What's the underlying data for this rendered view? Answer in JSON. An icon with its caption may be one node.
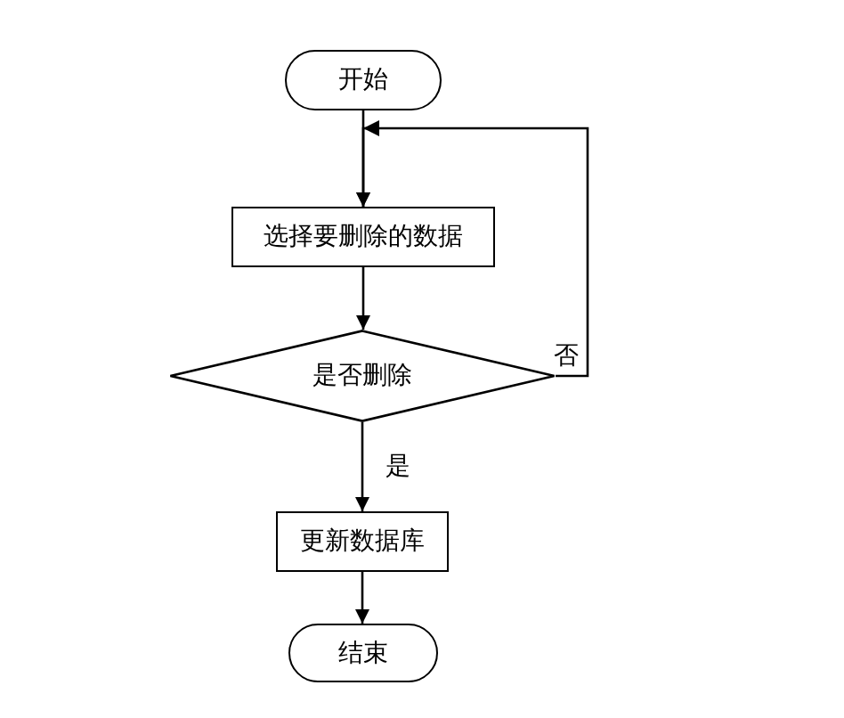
{
  "diagram": {
    "nodes": [
      {
        "text": [
          "开始"
        ]
      },
      {
        "text": [
          "选择要删除的数据"
        ]
      },
      {
        "text": [
          "是否删除"
        ]
      },
      {
        "text": [
          "更新数据库"
        ]
      },
      {
        "text": [
          "结束"
        ]
      }
    ],
    "edges": [
      {
        "from": 0,
        "to": 1,
        "arrow": "to"
      },
      {
        "from": 1,
        "to": 2,
        "arrow": "to"
      },
      {
        "from": 2,
        "to": 3,
        "arrow": "to",
        "label": "是"
      },
      {
        "from": 2,
        "to": 1,
        "arrow": "to",
        "label": "否"
      },
      {
        "from": 3,
        "to": 4,
        "arrow": "to"
      }
    ]
  }
}
